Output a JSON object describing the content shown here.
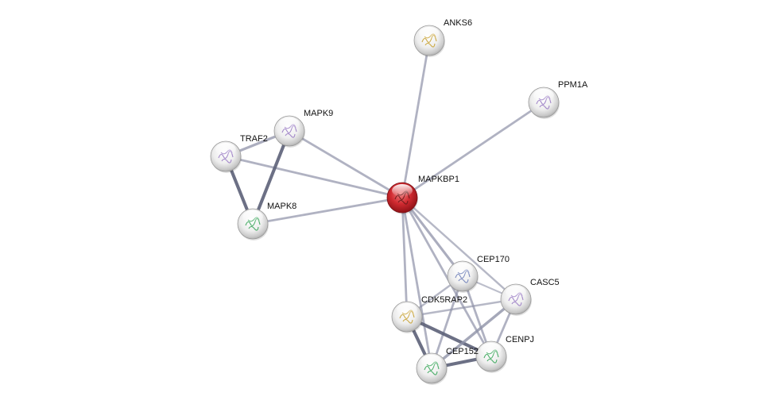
{
  "network": {
    "nodes": [
      {
        "id": "MAPKBP1",
        "label": "MAPKBP1",
        "query": true,
        "icon": "protein-structure-mixed-icon"
      },
      {
        "id": "ANKS6",
        "label": "ANKS6",
        "query": false,
        "icon": "protein-structure-yellow-icon"
      },
      {
        "id": "PPM1A",
        "label": "PPM1A",
        "query": false,
        "icon": "protein-structure-purple-icon"
      },
      {
        "id": "MAPK9",
        "label": "MAPK9",
        "query": false,
        "icon": "protein-structure-purple-icon"
      },
      {
        "id": "TRAF2",
        "label": "TRAF2",
        "query": false,
        "icon": "protein-structure-purple-icon"
      },
      {
        "id": "MAPK8",
        "label": "MAPK8",
        "query": false,
        "icon": "protein-structure-green-icon"
      },
      {
        "id": "CEP170",
        "label": "CEP170",
        "query": false,
        "icon": "protein-structure-mixed-icon"
      },
      {
        "id": "CASC5",
        "label": "CASC5",
        "query": false,
        "icon": "protein-structure-purple-icon"
      },
      {
        "id": "CDK5RAP2",
        "label": "CDK5RAP2",
        "query": false,
        "icon": "protein-structure-yellow-icon"
      },
      {
        "id": "CENPJ",
        "label": "CENPJ",
        "query": false,
        "icon": "protein-structure-green-icon"
      },
      {
        "id": "CEP152",
        "label": "CEP152",
        "query": false,
        "icon": "protein-structure-green-icon"
      }
    ],
    "edges": [
      {
        "source": "MAPKBP1",
        "target": "ANKS6",
        "strength": 0.5
      },
      {
        "source": "MAPKBP1",
        "target": "PPM1A",
        "strength": 0.5
      },
      {
        "source": "MAPKBP1",
        "target": "MAPK9",
        "strength": 0.5
      },
      {
        "source": "MAPKBP1",
        "target": "TRAF2",
        "strength": 0.5
      },
      {
        "source": "MAPKBP1",
        "target": "MAPK8",
        "strength": 0.5
      },
      {
        "source": "MAPKBP1",
        "target": "CEP170",
        "strength": 0.6
      },
      {
        "source": "MAPKBP1",
        "target": "CASC5",
        "strength": 0.4
      },
      {
        "source": "MAPKBP1",
        "target": "CDK5RAP2",
        "strength": 0.5
      },
      {
        "source": "MAPKBP1",
        "target": "CENPJ",
        "strength": 0.5
      },
      {
        "source": "MAPKBP1",
        "target": "CEP152",
        "strength": 0.5
      },
      {
        "source": "TRAF2",
        "target": "MAPK9",
        "strength": 0.6
      },
      {
        "source": "TRAF2",
        "target": "MAPK8",
        "strength": 0.9
      },
      {
        "source": "MAPK9",
        "target": "MAPK8",
        "strength": 0.9
      },
      {
        "source": "CEP170",
        "target": "CDK5RAP2",
        "strength": 0.4
      },
      {
        "source": "CEP170",
        "target": "CASC5",
        "strength": 0.3
      },
      {
        "source": "CEP170",
        "target": "CENPJ",
        "strength": 0.5
      },
      {
        "source": "CEP170",
        "target": "CEP152",
        "strength": 0.5
      },
      {
        "source": "CDK5RAP2",
        "target": "CASC5",
        "strength": 0.4
      },
      {
        "source": "CDK5RAP2",
        "target": "CENPJ",
        "strength": 0.9
      },
      {
        "source": "CDK5RAP2",
        "target": "CEP152",
        "strength": 0.9
      },
      {
        "source": "CASC5",
        "target": "CENPJ",
        "strength": 0.5
      },
      {
        "source": "CASC5",
        "target": "CEP152",
        "strength": 0.7
      },
      {
        "source": "CENPJ",
        "target": "CEP152",
        "strength": 0.9
      }
    ],
    "colors": {
      "edge": "#8f92a8",
      "edge_strong": "#5c6078",
      "query_node": "#c8202a",
      "node": "#e6e6e6"
    }
  }
}
